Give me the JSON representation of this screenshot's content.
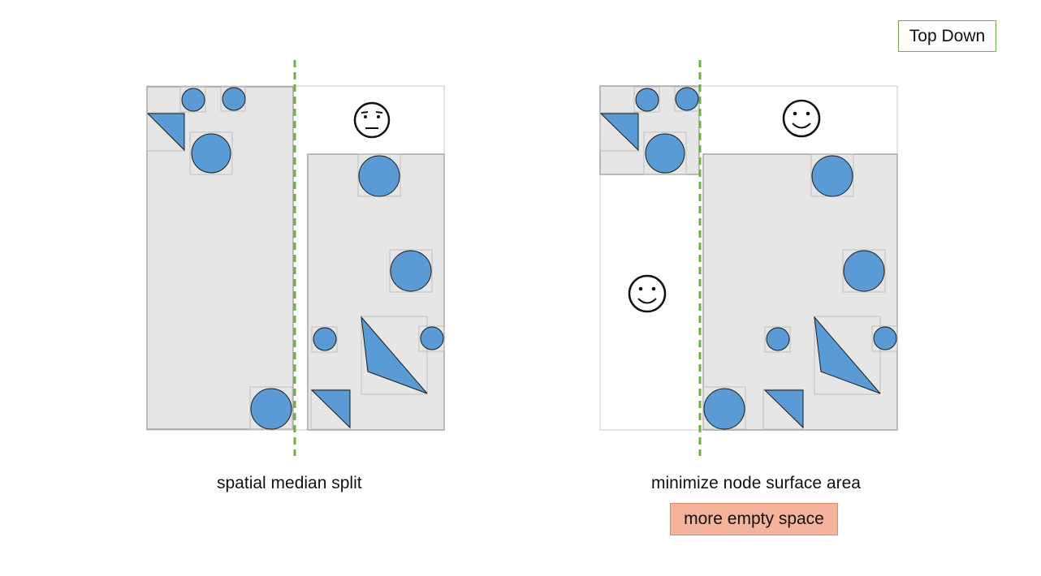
{
  "slide": {
    "tag": "Top Down",
    "left_panel": {
      "caption": "spatial median split",
      "reaction_icon": "neutral-face-icon"
    },
    "right_panel": {
      "caption": "minimize node surface area",
      "reaction_icon": "smiley-face-icon",
      "callout": "more empty space"
    }
  },
  "colors": {
    "shape_fill": "#5b9bd5",
    "shape_stroke": "#1a1a1a",
    "node_fill": "#e6e6e6",
    "node_stroke": "#a6a6a6",
    "split_line": "#70ad47",
    "callout_fill": "#f4b49c"
  }
}
